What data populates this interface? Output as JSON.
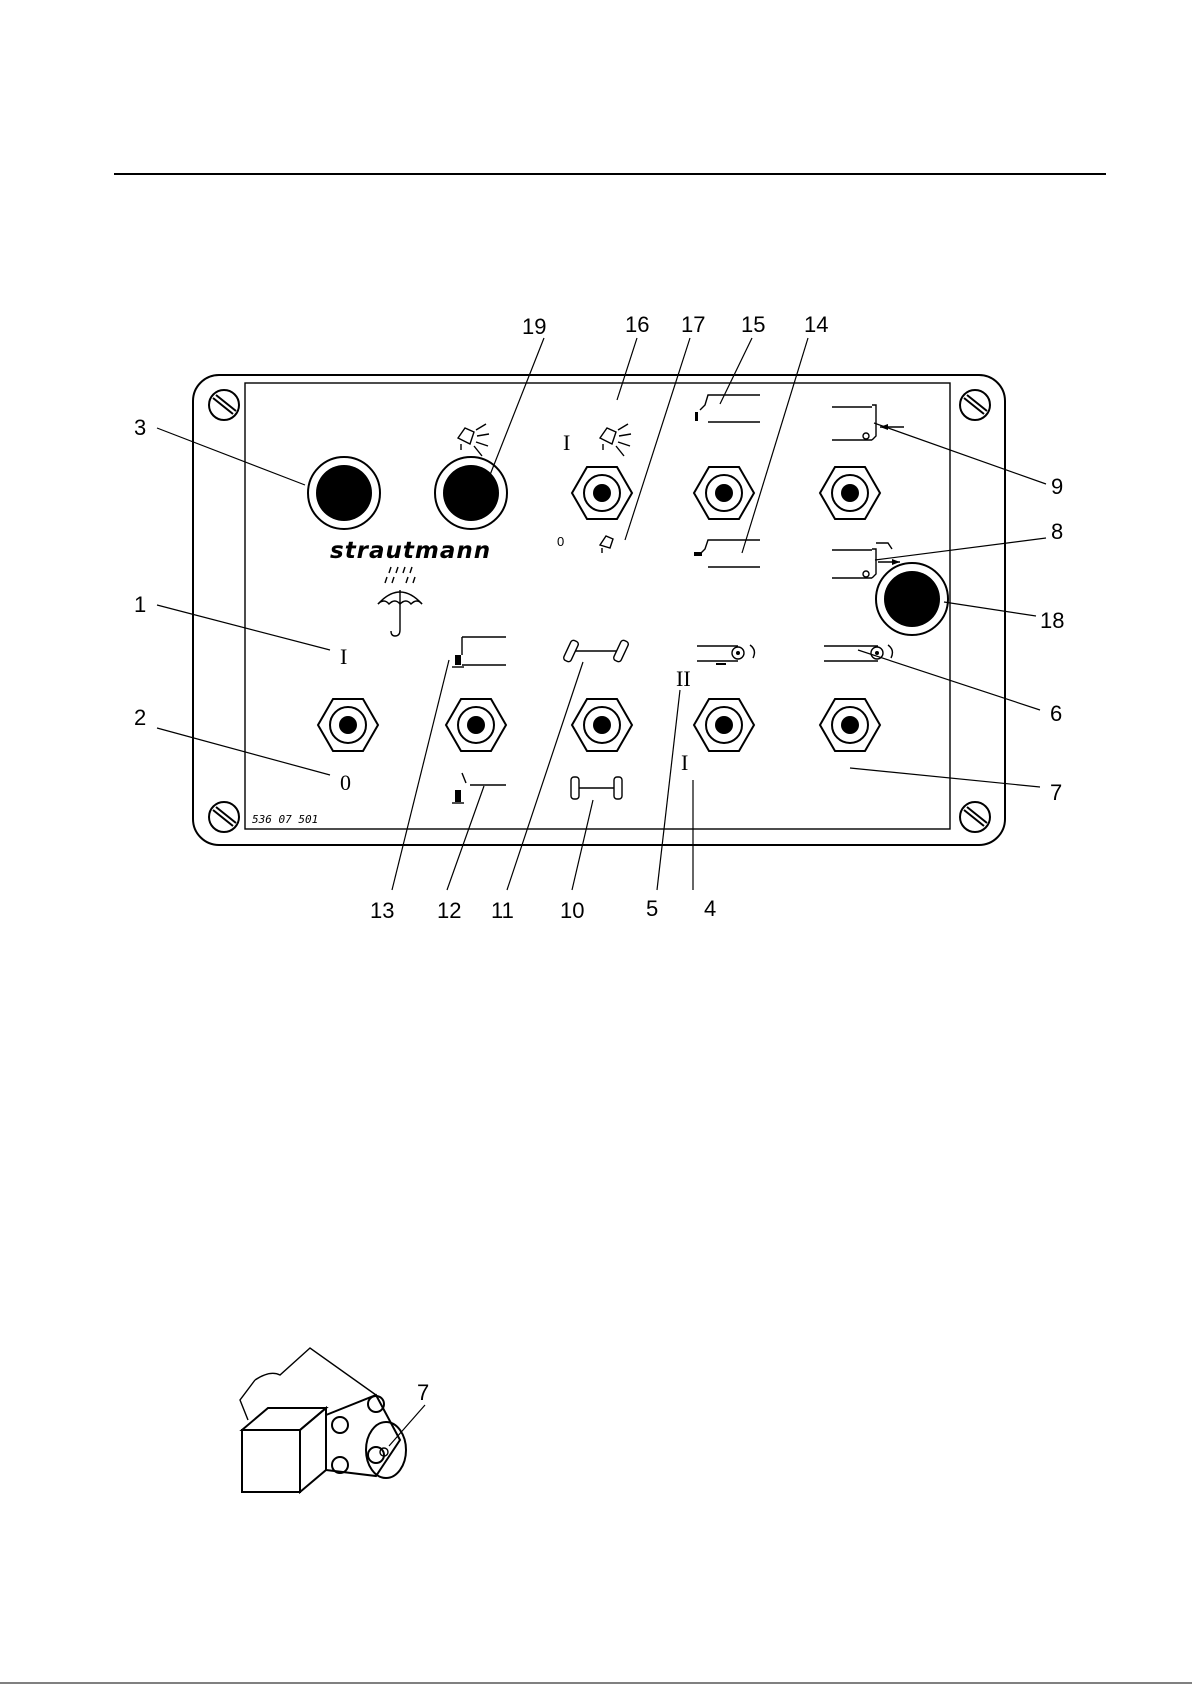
{
  "panel": {
    "brand": "strautmann",
    "part_number": "536 07 501",
    "labels": {
      "pos_I": "I",
      "pos_0": "0",
      "pos_II": "II"
    }
  },
  "callouts": [
    "1",
    "2",
    "3",
    "4",
    "5",
    "6",
    "7",
    "8",
    "9",
    "10",
    "11",
    "12",
    "13",
    "14",
    "15",
    "16",
    "17",
    "18",
    "19"
  ],
  "detail": {
    "callout": "7"
  },
  "icons": [
    "spray-light-icon",
    "umbrella-rain-icon",
    "hopper-icon",
    "axle-icon",
    "conveyor-icon",
    "tailgate-icon",
    "support-leg-icon"
  ],
  "colors": {
    "ink": "#000000",
    "paper": "#ffffff"
  }
}
